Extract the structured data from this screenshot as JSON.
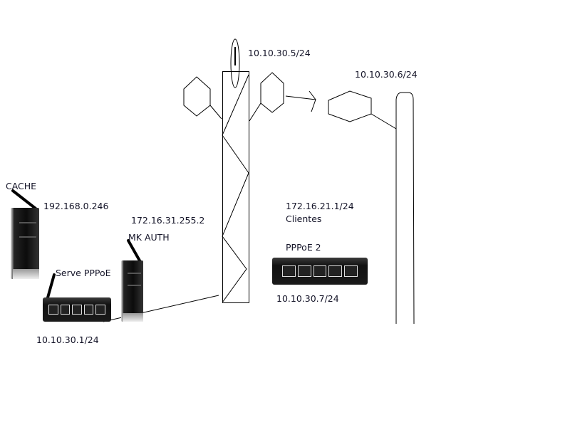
{
  "labels": {
    "cache": "CACHE",
    "cache_ip": "192.168.0.246",
    "mkauth_ip": "172.16.31.255.2",
    "mkauth": "MK AUTH",
    "serve_pppoe": "Serve PPPoE",
    "router1_ip": "10.10.30.1/24",
    "tower_ip": "10.10.30.5/24",
    "remote_ip": "10.10.30.6/24",
    "clients_net": "172.16.21.1/24",
    "clients": "Clientes",
    "pppoe2": "PPPoE 2",
    "router2_ip": "10.10.30.7/24"
  }
}
